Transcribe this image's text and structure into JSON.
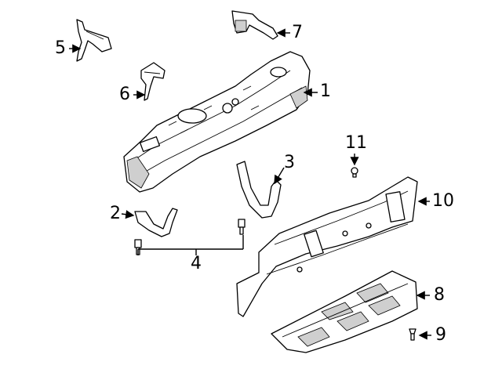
{
  "callouts": [
    {
      "id": "c1",
      "label": "1"
    },
    {
      "id": "c2",
      "label": "2"
    },
    {
      "id": "c3",
      "label": "3"
    },
    {
      "id": "c4",
      "label": "4"
    },
    {
      "id": "c5",
      "label": "5"
    },
    {
      "id": "c6",
      "label": "6"
    },
    {
      "id": "c7",
      "label": "7"
    },
    {
      "id": "c8",
      "label": "8"
    },
    {
      "id": "c9",
      "label": "9"
    },
    {
      "id": "c10",
      "label": "10"
    },
    {
      "id": "c11",
      "label": "11"
    }
  ],
  "colors": {
    "line": "#000000",
    "background": "#ffffff",
    "shade": "#cfcfcf"
  }
}
